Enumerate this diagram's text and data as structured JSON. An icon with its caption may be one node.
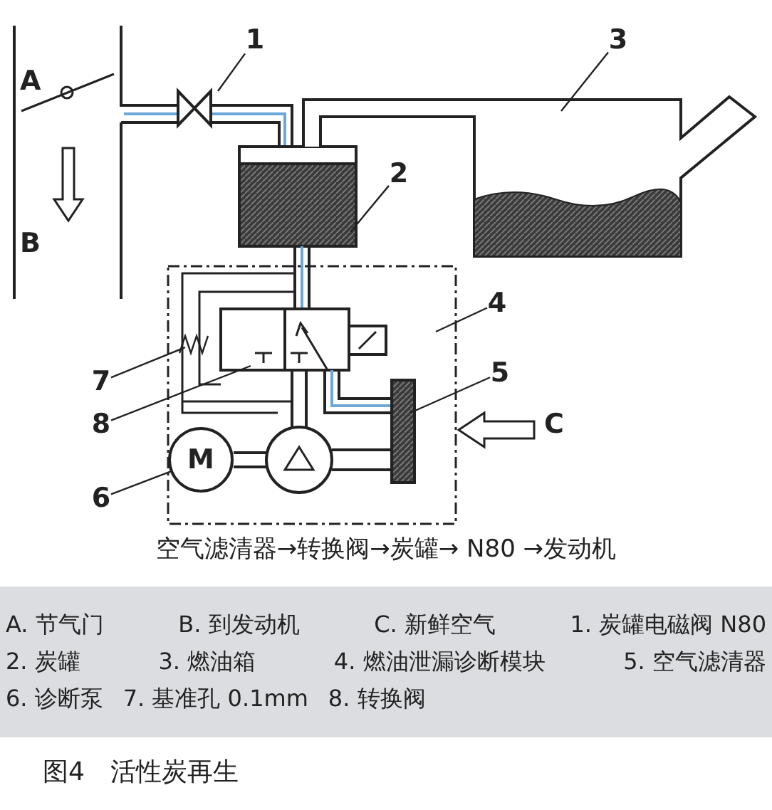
{
  "diagram": {
    "caption": "图4　活性炭再生",
    "nodes": [
      {
        "text": [
          "1"
        ]
      },
      {
        "text": [
          "2"
        ]
      },
      {
        "text": [
          "3"
        ]
      },
      {
        "text": [
          "4"
        ]
      },
      {
        "text": [
          "5"
        ]
      },
      {
        "text": [
          "7"
        ]
      },
      {
        "text": [
          "8"
        ]
      },
      {
        "text": [
          "6"
        ]
      },
      {
        "text": [
          "M"
        ]
      }
    ],
    "edges": [
      {
        "from": 0,
        "to": null,
        "arrow": "none"
      },
      {
        "from": 1,
        "to": null,
        "arrow": "none"
      },
      {
        "from": 2,
        "to": null,
        "arrow": "none"
      },
      {
        "from": 3,
        "to": null,
        "arrow": "none"
      },
      {
        "from": 4,
        "to": null,
        "arrow": "none"
      },
      {
        "from": 5,
        "to": null,
        "arrow": "none"
      },
      {
        "from": 6,
        "to": null,
        "arrow": "none"
      },
      {
        "from": 7,
        "to": 8,
        "arrow": "none"
      }
    ],
    "labels": [
      "A",
      "B",
      "C",
      "空气滤清器→转换阀→炭罐→ N80 →发动机",
      "A. 节气门",
      "B. 到发动机",
      "C. 新鲜空气",
      "1. 炭罐电磁阀 N80",
      "2. 炭罐",
      "3. 燃油箱",
      "4. 燃油泄漏诊断模块",
      "5. 空气滤清器",
      "6. 诊断泵",
      "7. 基准孔 0.1mm",
      "8. 转换阀"
    ]
  }
}
